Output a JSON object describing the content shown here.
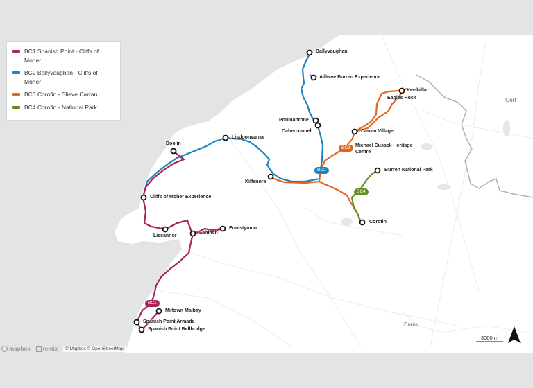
{
  "legend": {
    "items": [
      {
        "label": "BC1 Spanish Point - Cliffs of Moher",
        "color": "#a8245a"
      },
      {
        "label": "BC2 Ballyvaughan - Cliffs of Moher",
        "color": "#1b82bf"
      },
      {
        "label": "BC3 Corofin - Slieve Carran",
        "color": "#e0661f"
      },
      {
        "label": "BC4 Corofin - National Park",
        "color": "#5f8f1c"
      }
    ]
  },
  "stops": [
    {
      "name": "Ballyvaughan"
    },
    {
      "name": "Aillwee Burren Experience"
    },
    {
      "name": "Keelhilla"
    },
    {
      "name": "Eagles Rock"
    },
    {
      "name": "Poulnabrone"
    },
    {
      "name": "Caherconnell"
    },
    {
      "name": "Carran Village"
    },
    {
      "name": "Michael Cusack Heritage Centre"
    },
    {
      "name": "Lisdoonvarna"
    },
    {
      "name": "Doolin"
    },
    {
      "name": "Kilfenora"
    },
    {
      "name": "Burren National Park"
    },
    {
      "name": "Cliffs of Moher Experience"
    },
    {
      "name": "Corofin"
    },
    {
      "name": "Ennistymon"
    },
    {
      "name": "Liscannor"
    },
    {
      "name": "Lahinch"
    },
    {
      "name": "Miltown Malbay"
    },
    {
      "name": "Spanish Point Armada"
    },
    {
      "name": "Spanish Point Bellbridge"
    }
  ],
  "badges": {
    "bc1": "BC1",
    "bc2": "BC2",
    "bc3": "BC3",
    "bc4": "BC4"
  },
  "places": {
    "gort": "Gort",
    "ennis": "Ennis"
  },
  "scale": {
    "label": "3000 m"
  },
  "attribution": {
    "mapbox_logo": "mapbox",
    "remix_logo": "remix",
    "text": "© Mapbox © OpenStreetMap"
  }
}
